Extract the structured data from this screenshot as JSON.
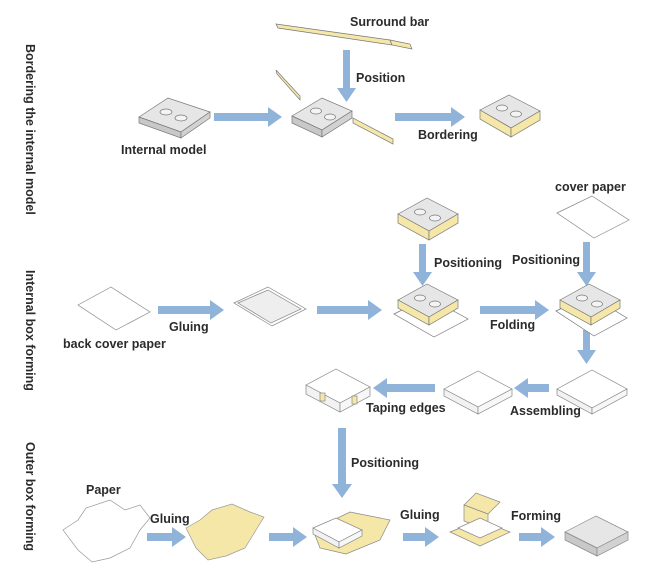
{
  "sections": [
    {
      "id": "bordering",
      "title": "Bordering the internal model"
    },
    {
      "id": "internal",
      "title": "Internal box forming"
    },
    {
      "id": "outer",
      "title": "Outer box forming"
    }
  ],
  "labels": {
    "surround_bar": "Surround bar",
    "position": "Position",
    "internal_model": "Internal model",
    "bordering": "Bordering",
    "cover_paper": "cover paper",
    "positioning_1": "Positioning",
    "positioning_2": "Positioning",
    "back_cover_paper": "back cover paper",
    "gluing_1": "Gluing",
    "folding": "Folding",
    "assembling": "Assembling",
    "taping_edges": "Taping edges",
    "positioning_3": "Positioning",
    "paper": "Paper",
    "gluing_2": "Gluing",
    "gluing_3": "Gluing",
    "forming": "Forming"
  },
  "colors": {
    "arrow": "#8fb3d9",
    "yellow": "#f4e7a8",
    "gray": "#d8d8d8",
    "text": "#2b2b2b"
  }
}
